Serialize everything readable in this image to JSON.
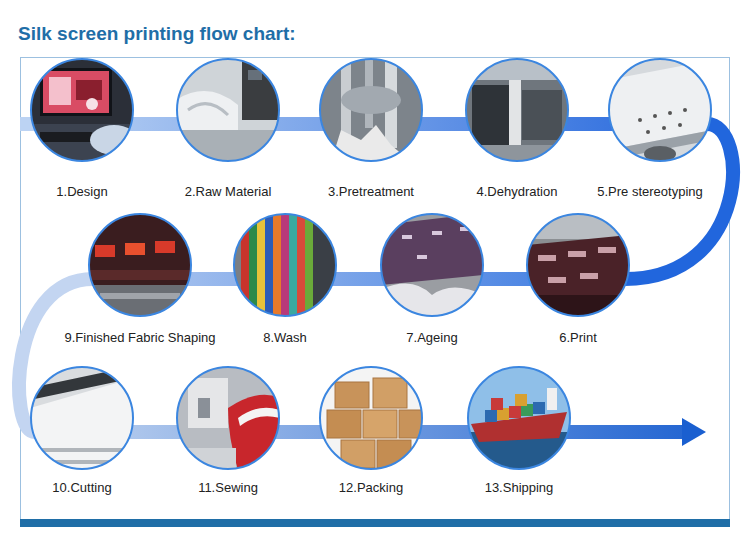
{
  "diagram": {
    "title": "Silk screen printing flow chart:",
    "nodes": [
      {
        "text": [
          "1.Design"
        ]
      },
      {
        "text": [
          "2.Raw Material"
        ]
      },
      {
        "text": [
          "3.Pretreatment"
        ]
      },
      {
        "text": [
          "4.Dehydration"
        ]
      },
      {
        "text": [
          "5.Pre stereotyping"
        ]
      },
      {
        "text": [
          "6.Print"
        ]
      },
      {
        "text": [
          "7.Ageing"
        ]
      },
      {
        "text": [
          "8.Wash"
        ]
      },
      {
        "text": [
          "9.Finished Fabric Shaping"
        ]
      },
      {
        "text": [
          "10.Cutting"
        ]
      },
      {
        "text": [
          "11.Sewing"
        ]
      },
      {
        "text": [
          "12.Packing"
        ]
      },
      {
        "text": [
          "13.Shipping"
        ]
      }
    ],
    "edges": [
      {
        "from": 0,
        "to": 1,
        "arrow": "none"
      },
      {
        "from": 1,
        "to": 2,
        "arrow": "none"
      },
      {
        "from": 2,
        "to": 3,
        "arrow": "none"
      },
      {
        "from": 3,
        "to": 4,
        "arrow": "none"
      },
      {
        "from": 4,
        "to": 5,
        "arrow": "none"
      },
      {
        "from": 5,
        "to": 6,
        "arrow": "none"
      },
      {
        "from": 6,
        "to": 7,
        "arrow": "none"
      },
      {
        "from": 7,
        "to": 8,
        "arrow": "none"
      },
      {
        "from": 8,
        "to": 9,
        "arrow": "none"
      },
      {
        "from": 9,
        "to": 10,
        "arrow": "none"
      },
      {
        "from": 10,
        "to": 11,
        "arrow": "none"
      },
      {
        "from": 11,
        "to": 12,
        "arrow": "none"
      }
    ]
  }
}
